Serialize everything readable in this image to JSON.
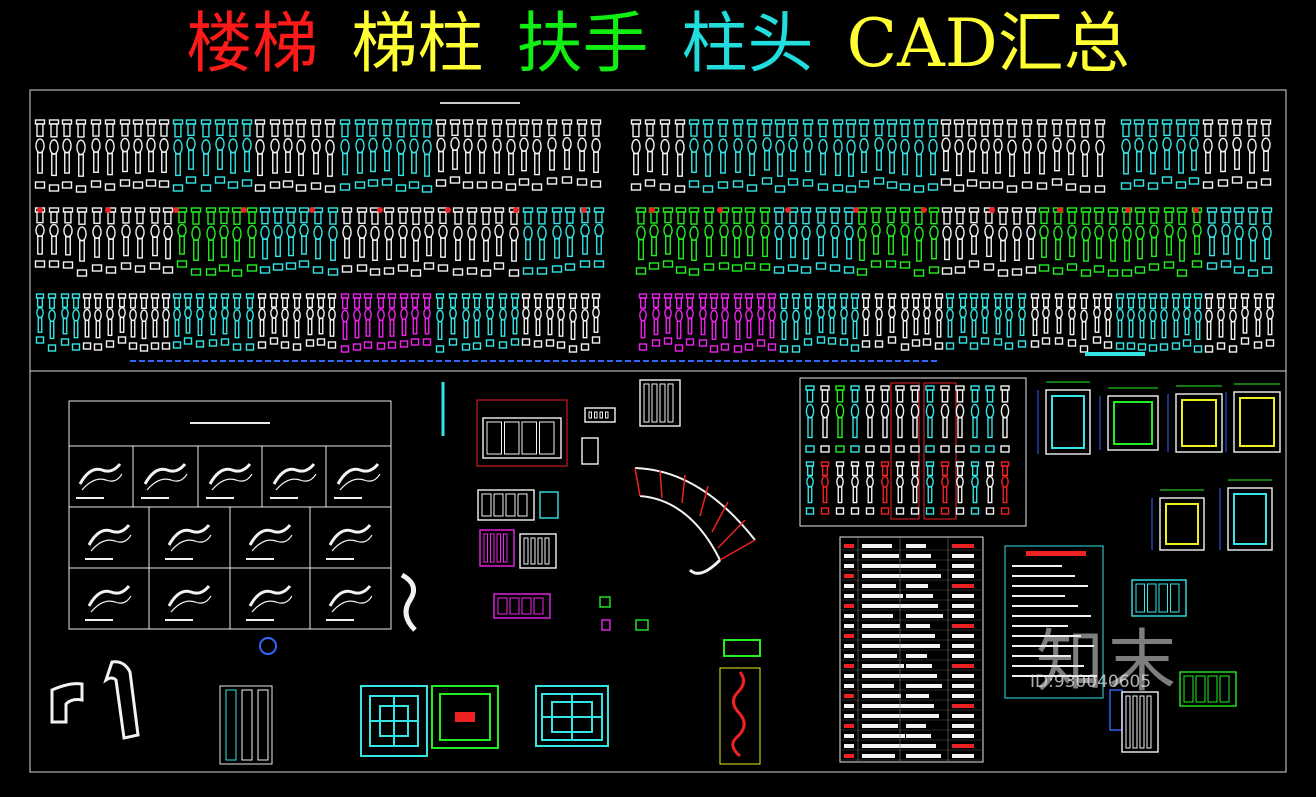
{
  "title": {
    "parts": [
      {
        "text": "楼梯",
        "color": "#ff1a1a"
      },
      {
        "text": "梯柱",
        "color": "#ffff33"
      },
      {
        "text": "扶手",
        "color": "#11ee11"
      },
      {
        "text": "柱头",
        "color": "#22dddd"
      },
      {
        "text": "CAD汇总",
        "color": "#ffff33"
      }
    ]
  },
  "watermark": {
    "logo": "知末",
    "id": "ID:930040605"
  },
  "palette": {
    "white": "#f2f2f2",
    "cyan": "#33e5e5",
    "green": "#22ee22",
    "magenta": "#ee22ee",
    "red": "#ee2222",
    "yellow": "#eeee22",
    "blue": "#3366ff",
    "frame": "#d8d8d8"
  },
  "icons": [
    "baluster-icon",
    "handrail-icon",
    "newel-cap-icon",
    "railing-panel-icon",
    "curved-stair-icon"
  ]
}
